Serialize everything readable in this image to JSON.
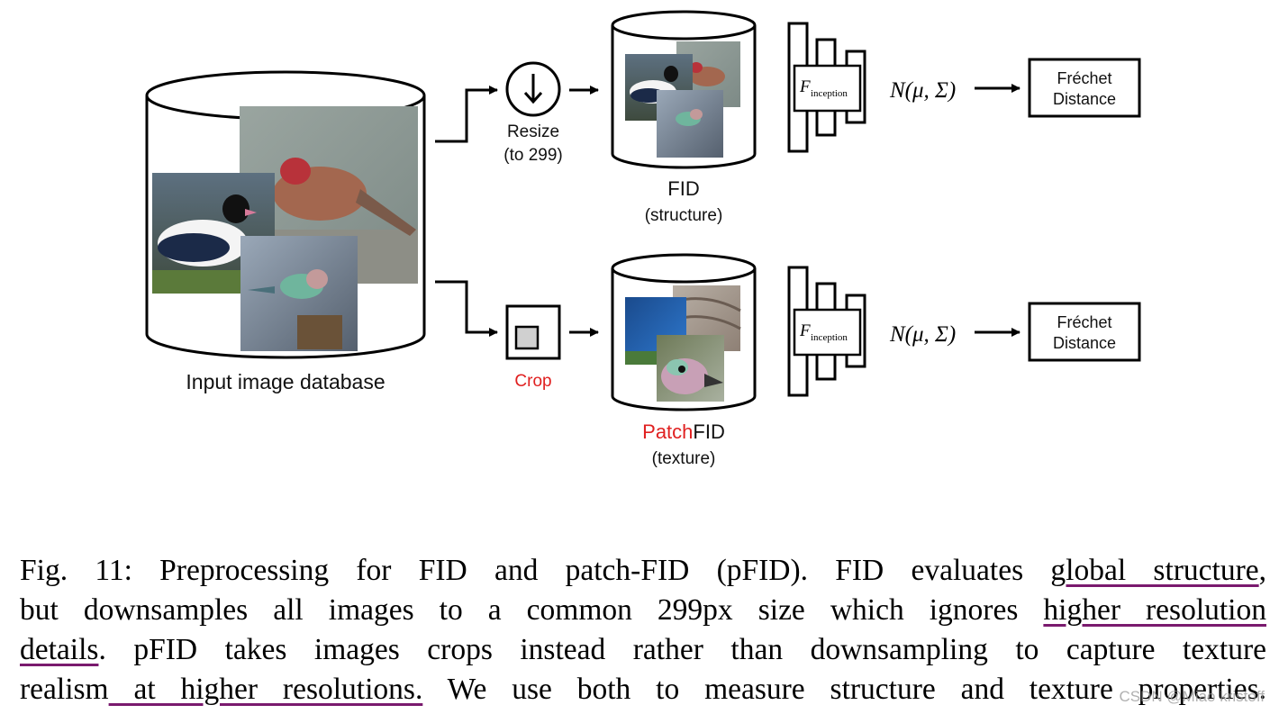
{
  "diagram": {
    "database_label": "Input image database",
    "resize_label": "Resize",
    "resize_sub": "(to 299)",
    "crop_label": "Crop",
    "fid_label": "FID",
    "fid_sub": "(structure)",
    "patch_prefix": "Patch",
    "patch_suffix": "FID",
    "patch_sub": "(texture)",
    "inception_symbol": "F",
    "inception_subscript": "inception",
    "gaussian": "N(μ, Σ)",
    "frechet_line1": "Fréchet",
    "frechet_line2": "Distance",
    "colors": {
      "crop_red": "#e02020",
      "patch_red": "#e02020",
      "underline_purple": "#7a1a6e"
    }
  },
  "caption": {
    "line1_a": "Fig. 11: Preprocessing for FID and patch-FID (pFID). FID evaluates ",
    "line1_u": "global structure",
    "line1_b": ",",
    "line2_a": "but downsamples all images to a common 299px size which ignores ",
    "line2_u": "higher resolution",
    "line3_u": "details",
    "line3_b": ". pFID takes images crops instead rather than downsampling to capture texture",
    "line4_a": "realism",
    "line4_u": " at higher resolutions.",
    "line4_b": " We use both to measure structure and texture properties."
  },
  "watermark": "CSDN @Miao kristoff"
}
